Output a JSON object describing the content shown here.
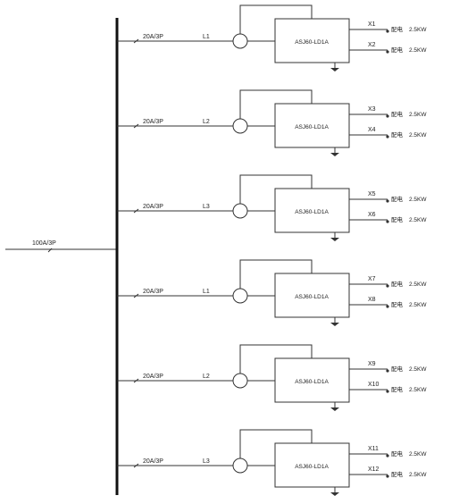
{
  "main": {
    "label": "100A/3P"
  },
  "branches": [
    {
      "breaker": "20A/3P",
      "phase": "L1",
      "device": "ASJ60-LD1A",
      "outputs": [
        {
          "id": "X1",
          "desc": "配电",
          "power": "2.5KW"
        },
        {
          "id": "X2",
          "desc": "配电",
          "power": "2.5KW"
        }
      ]
    },
    {
      "breaker": "20A/3P",
      "phase": "L2",
      "device": "ASJ60-LD1A",
      "outputs": [
        {
          "id": "X3",
          "desc": "配电",
          "power": "2.5KW"
        },
        {
          "id": "X4",
          "desc": "配电",
          "power": "2.5KW"
        }
      ]
    },
    {
      "breaker": "20A/3P",
      "phase": "L3",
      "device": "ASJ60-LD1A",
      "outputs": [
        {
          "id": "X5",
          "desc": "配电",
          "power": "2.5KW"
        },
        {
          "id": "X6",
          "desc": "配电",
          "power": "2.5KW"
        }
      ]
    },
    {
      "breaker": "20A/3P",
      "phase": "L1",
      "device": "ASJ60-LD1A",
      "outputs": [
        {
          "id": "X7",
          "desc": "配电",
          "power": "2.5KW"
        },
        {
          "id": "X8",
          "desc": "配电",
          "power": "2.5KW"
        }
      ]
    },
    {
      "breaker": "20A/3P",
      "phase": "L2",
      "device": "ASJ60-LD1A",
      "outputs": [
        {
          "id": "X9",
          "desc": "配电",
          "power": "2.5KW"
        },
        {
          "id": "X10",
          "desc": "配电",
          "power": "2.5KW"
        }
      ]
    },
    {
      "breaker": "20A/3P",
      "phase": "L3",
      "device": "ASJ60-LD1A",
      "outputs": [
        {
          "id": "X11",
          "desc": "配电",
          "power": "2.5KW"
        },
        {
          "id": "X12",
          "desc": "配电",
          "power": "2.5KW"
        }
      ]
    }
  ]
}
